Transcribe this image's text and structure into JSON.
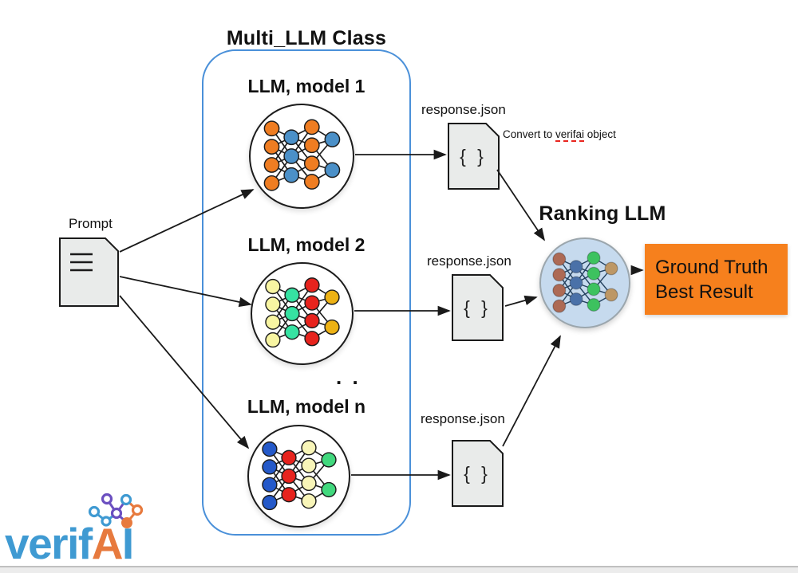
{
  "colors": {
    "container_border": "#4a90d9",
    "arrow": "#1a1a1a",
    "doc_fill": "#e9ebea",
    "doc_border": "#1a1a1a",
    "note_underline": "#e8251f",
    "result_box_fill": "#f6801d",
    "footer_fill": "#ececec"
  },
  "multi_llm": {
    "title": "Multi_LLM Class",
    "ellipsis": ". .",
    "net_edge_color": "#1c1c1c",
    "models": [
      {
        "label": "LLM, model 1",
        "node_colors": [
          "#ef7d22",
          "#4b90c8",
          "#ef7d22",
          "#4b90c8"
        ]
      },
      {
        "label": "LLM, model 2",
        "node_colors": [
          "#f8f5a2",
          "#36e2a2",
          "#e7231d",
          "#edb215"
        ]
      },
      {
        "label": "LLM, model n",
        "node_colors": [
          "#2459c9",
          "#e7231d",
          "#f8f5b8",
          "#41d87d"
        ]
      }
    ]
  },
  "prompt": {
    "label": "Prompt"
  },
  "responses": [
    {
      "label": "response.json",
      "content": "{ }"
    },
    {
      "label": "response.json",
      "content": "{ }"
    },
    {
      "label": "response.json",
      "content": "{ }"
    }
  ],
  "note": {
    "prefix": "Convert to ",
    "word": "verifai",
    "suffix": " object"
  },
  "ranking": {
    "title": "Ranking LLM",
    "fill": "#c6daee",
    "edge_color": "#24415e",
    "node_colors": [
      "#ad6a55",
      "#4a71a8",
      "#3dc25f",
      "#bd9765"
    ]
  },
  "result": {
    "line1": "Ground Truth",
    "line2": "Best Result"
  },
  "logo": {
    "part1": "verif",
    "part2": "A",
    "part3": "I",
    "blue": "#3f9ad2",
    "orange": "#e77a3e",
    "purple": "#6b4fc0"
  }
}
